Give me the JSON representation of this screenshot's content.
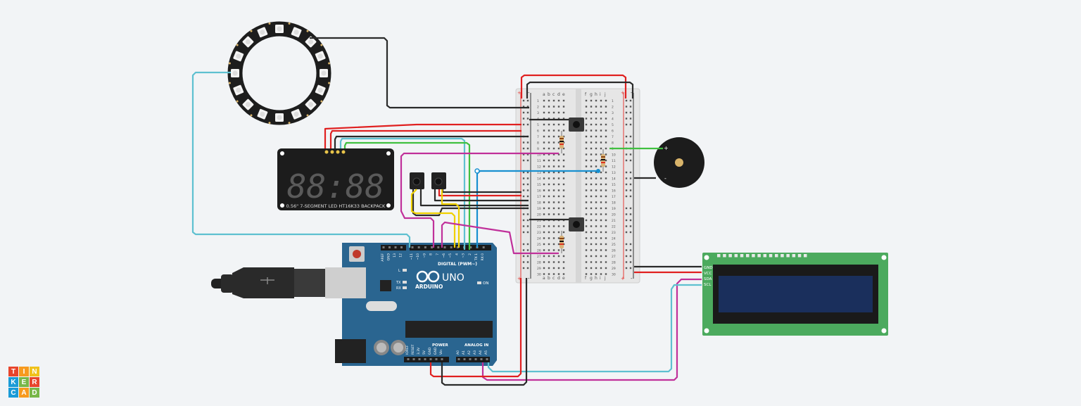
{
  "colors": {
    "background": "#f2f4f6",
    "arduino_blue": "#2a6590",
    "wire_red": "#e02020",
    "wire_black": "#2a2a2a",
    "wire_cyan": "#5ec0d0",
    "wire_magenta": "#c0309a",
    "wire_yellow": "#f0d000",
    "wire_green": "#40c040",
    "wire_blue": "#1890d0",
    "lcd_board": "#4caa5e",
    "lcd_screen": "#1a2f5c"
  },
  "seven_segment": {
    "display": "88:88",
    "label": "0.56\" 7-SEGMENT LED HT16K33 BACKPACK"
  },
  "arduino": {
    "brand": "ARDUINO",
    "model": "UNO",
    "digital_label": "DIGITAL (PWM~)",
    "power_label": "POWER",
    "analog_label": "ANALOG IN",
    "on_label": "ON",
    "led_l": "L",
    "led_tx": "TX",
    "led_rx": "RX",
    "digital_pins": [
      "AREF",
      "GND",
      "13",
      "12",
      "~11",
      "~10",
      "~9",
      "8",
      "7",
      "~6",
      "~5",
      "4",
      "~3",
      "2",
      "TX 1",
      "RX 0"
    ],
    "power_pins": [
      "IOREF",
      "RESET",
      "3.3V",
      "5V",
      "GND",
      "GND",
      "Vin"
    ],
    "analog_pins": [
      "A0",
      "A1",
      "A2",
      "A3",
      "A4",
      "A5"
    ]
  },
  "breadboard": {
    "columns_left": [
      "a",
      "b",
      "c",
      "d",
      "e"
    ],
    "columns_right": [
      "f",
      "g",
      "h",
      "i",
      "j"
    ],
    "rows": 30,
    "rail_plus": "+",
    "rail_minus": "-"
  },
  "lcd": {
    "pins": [
      "GND",
      "VCC",
      "SDA",
      "SCL"
    ]
  },
  "buzzer": {
    "plus": "+",
    "minus": "-"
  },
  "logo": {
    "letters": [
      "T",
      "I",
      "N",
      "K",
      "E",
      "R",
      "C",
      "A",
      "D"
    ],
    "colors": [
      "#e8452c",
      "#f79a1e",
      "#f0c21c",
      "#1a9bd7",
      "#77b748",
      "#e8452c",
      "#1a9bd7",
      "#f79a1e",
      "#77b748"
    ]
  }
}
